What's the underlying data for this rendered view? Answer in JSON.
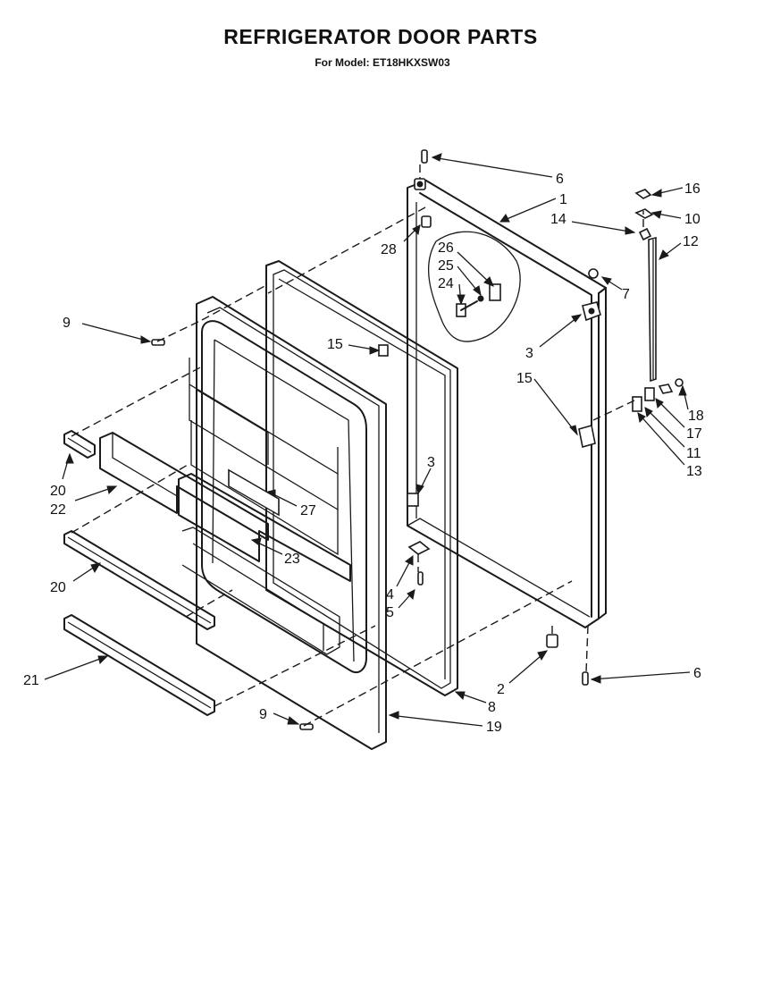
{
  "title": "REFRIGERATOR DOOR PARTS",
  "subtitle": "For Model: ET18HKXSW03",
  "callouts": [
    {
      "id": "c6-top",
      "label": "6"
    },
    {
      "id": "c1",
      "label": "1"
    },
    {
      "id": "c16",
      "label": "16"
    },
    {
      "id": "c14",
      "label": "14"
    },
    {
      "id": "c10",
      "label": "10"
    },
    {
      "id": "c12",
      "label": "12"
    },
    {
      "id": "c28",
      "label": "28"
    },
    {
      "id": "c26",
      "label": "26"
    },
    {
      "id": "c25",
      "label": "25"
    },
    {
      "id": "c24",
      "label": "24"
    },
    {
      "id": "c7",
      "label": "7"
    },
    {
      "id": "c9-top",
      "label": "9"
    },
    {
      "id": "c15-left",
      "label": "15"
    },
    {
      "id": "c3-right",
      "label": "3"
    },
    {
      "id": "c15-right",
      "label": "15"
    },
    {
      "id": "c18",
      "label": "18"
    },
    {
      "id": "c17",
      "label": "17"
    },
    {
      "id": "c11",
      "label": "11"
    },
    {
      "id": "c13",
      "label": "13"
    },
    {
      "id": "c3-mid",
      "label": "3"
    },
    {
      "id": "c20-top",
      "label": "20"
    },
    {
      "id": "c22",
      "label": "22"
    },
    {
      "id": "c27",
      "label": "27"
    },
    {
      "id": "c23",
      "label": "23"
    },
    {
      "id": "c20-bottom",
      "label": "20"
    },
    {
      "id": "c4",
      "label": "4"
    },
    {
      "id": "c5",
      "label": "5"
    },
    {
      "id": "c21",
      "label": "21"
    },
    {
      "id": "c2",
      "label": "2"
    },
    {
      "id": "c6-bottom",
      "label": "6"
    },
    {
      "id": "c8",
      "label": "8"
    },
    {
      "id": "c9-bottom",
      "label": "9"
    },
    {
      "id": "c19",
      "label": "19"
    }
  ]
}
